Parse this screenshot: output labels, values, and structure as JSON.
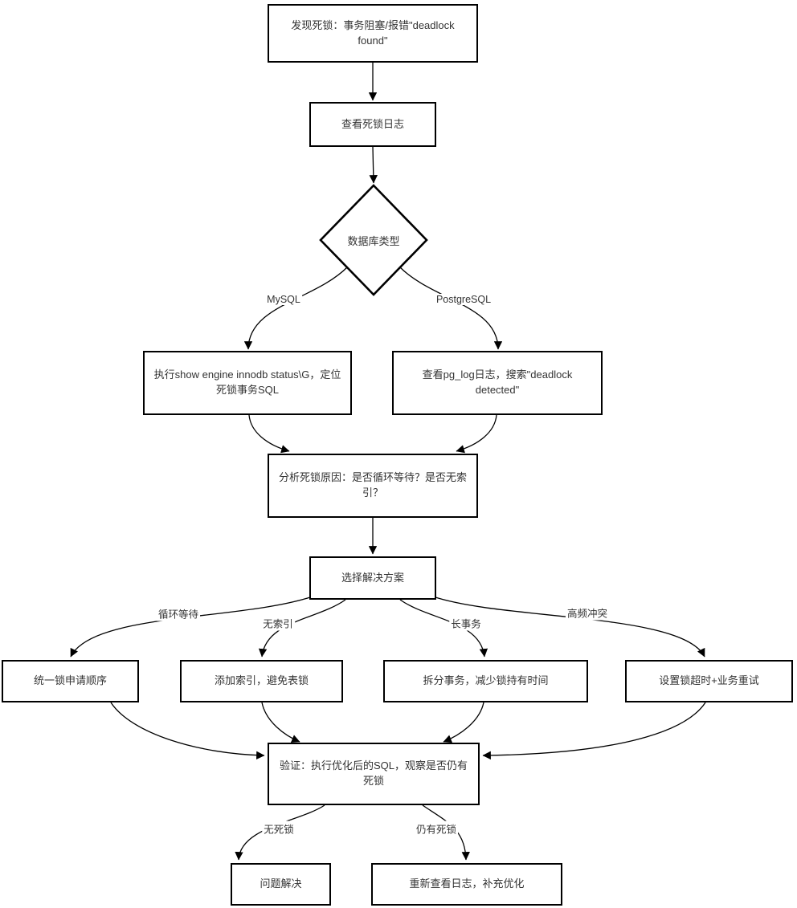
{
  "colors": {
    "line": "#000000",
    "node_border": "#000000",
    "node_fill": "#ffffff",
    "text": "#333333",
    "background": "#ffffff"
  },
  "nodes": {
    "discover_deadlock": {
      "label": "发现死锁：事务阻塞/报错\"deadlock found\""
    },
    "view_deadlock_log": {
      "label": "查看死锁日志"
    },
    "db_type_decision": {
      "label": "数据库类型"
    },
    "mysql_locate_sql": {
      "label": "执行show engine innodb status\\G，定位死锁事务SQL"
    },
    "pg_search_log": {
      "label": "查看pg_log日志，搜索\"deadlock detected\""
    },
    "analyze_cause": {
      "label": "分析死锁原因：是否循环等待？是否无索引？"
    },
    "choose_solution": {
      "label": "选择解决方案"
    },
    "unify_lock_order": {
      "label": "统一锁申请顺序"
    },
    "add_index": {
      "label": "添加索引，避免表锁"
    },
    "split_transaction": {
      "label": "拆分事务，减少锁持有时间"
    },
    "lock_timeout_retry": {
      "label": "设置锁超时+业务重试"
    },
    "verify_sql": {
      "label": "验证：执行优化后的SQL，观察是否仍有死锁"
    },
    "problem_solved": {
      "label": "问题解决"
    },
    "recheck_logs": {
      "label": "重新查看日志，补充优化"
    }
  },
  "edge_labels": {
    "mysql": "MySQL",
    "postgresql": "PostgreSQL",
    "circular_wait": "循环等待",
    "no_index": "无索引",
    "long_transaction": "长事务",
    "high_frequency_conflict": "高频冲突",
    "no_deadlock": "无死锁",
    "still_deadlock": "仍有死锁"
  }
}
